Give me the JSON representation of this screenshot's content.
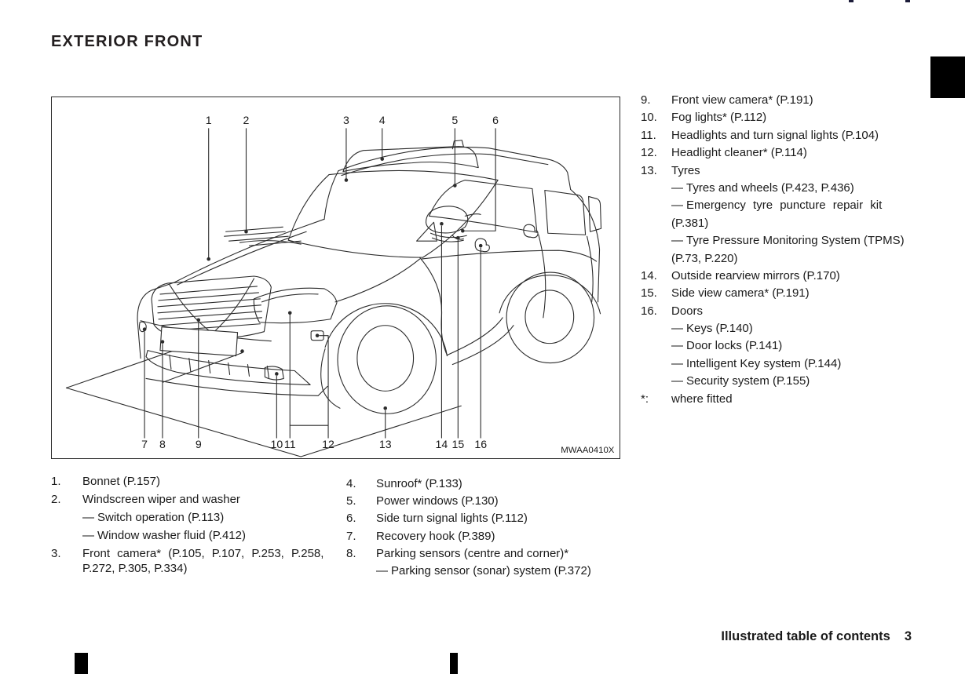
{
  "page": {
    "title": "EXTERIOR FRONT",
    "footer_label": "Illustrated table of contents",
    "footer_page": "3",
    "list_dash": "—"
  },
  "diagram": {
    "figure_code": "MWAA0410X",
    "callouts": [
      "1",
      "2",
      "3",
      "4",
      "5",
      "6",
      "7",
      "8",
      "9",
      "10",
      "11",
      "12",
      "13",
      "14",
      "15",
      "16"
    ]
  },
  "lists": {
    "left": [
      {
        "type": "item",
        "num": "1.",
        "text": "Bonnet (P.157)"
      },
      {
        "type": "item",
        "num": "2.",
        "text": "Windscreen wiper and washer"
      },
      {
        "type": "sub",
        "text": "Switch operation (P.113)"
      },
      {
        "type": "sub",
        "text": "Window washer fluid (P.412)"
      },
      {
        "type": "item",
        "num": "3.",
        "text": "Front camera* (P.105, P.107, P.253, P.258,",
        "justify": true
      },
      {
        "type": "cont",
        "text": "P.272, P.305, P.334)"
      }
    ],
    "middle": [
      {
        "type": "item",
        "num": "4.",
        "text": "Sunroof* (P.133)"
      },
      {
        "type": "item",
        "num": "5.",
        "text": "Power windows (P.130)"
      },
      {
        "type": "item",
        "num": "6.",
        "text": "Side turn signal lights (P.112)"
      },
      {
        "type": "item",
        "num": "7.",
        "text": "Recovery hook (P.389)"
      },
      {
        "type": "item",
        "num": "8.",
        "text": "Parking sensors (centre and corner)*"
      },
      {
        "type": "sub",
        "text": "Parking sensor (sonar) system (P.372)"
      }
    ],
    "right": [
      {
        "type": "item",
        "num": "9.",
        "text": "Front view camera* (P.191)"
      },
      {
        "type": "item",
        "num": "10.",
        "text": "Fog lights* (P.112)"
      },
      {
        "type": "item",
        "num": "11.",
        "text": "Headlights and turn signal lights (P.104)"
      },
      {
        "type": "item",
        "num": "12.",
        "text": "Headlight cleaner* (P.114)"
      },
      {
        "type": "item",
        "num": "13.",
        "text": "Tyres"
      },
      {
        "type": "sub",
        "text": "Tyres and wheels (P.423, P.436)"
      },
      {
        "type": "sub",
        "text": "Emergency tyre puncture repair kit",
        "justify": true
      },
      {
        "type": "cont",
        "text": "(P.381)"
      },
      {
        "type": "sub",
        "text": "Tyre Pressure Monitoring System (TPMS)"
      },
      {
        "type": "cont",
        "text": "(P.73, P.220)"
      },
      {
        "type": "item",
        "num": "14.",
        "text": "Outside rearview mirrors (P.170)"
      },
      {
        "type": "item",
        "num": "15.",
        "text": "Side view camera* (P.191)"
      },
      {
        "type": "item",
        "num": "16.",
        "text": "Doors"
      },
      {
        "type": "sub",
        "text": "Keys (P.140)"
      },
      {
        "type": "sub",
        "text": "Door locks (P.141)"
      },
      {
        "type": "sub",
        "text": "Intelligent Key system (P.144)"
      },
      {
        "type": "sub",
        "text": "Security system (P.155)"
      },
      {
        "type": "note",
        "num": "*:",
        "text": "where fitted"
      }
    ]
  },
  "colors": {
    "ink": "#1a1a1a",
    "line": "#2b2b2b",
    "tab": "#000000",
    "paper": "#ffffff"
  }
}
